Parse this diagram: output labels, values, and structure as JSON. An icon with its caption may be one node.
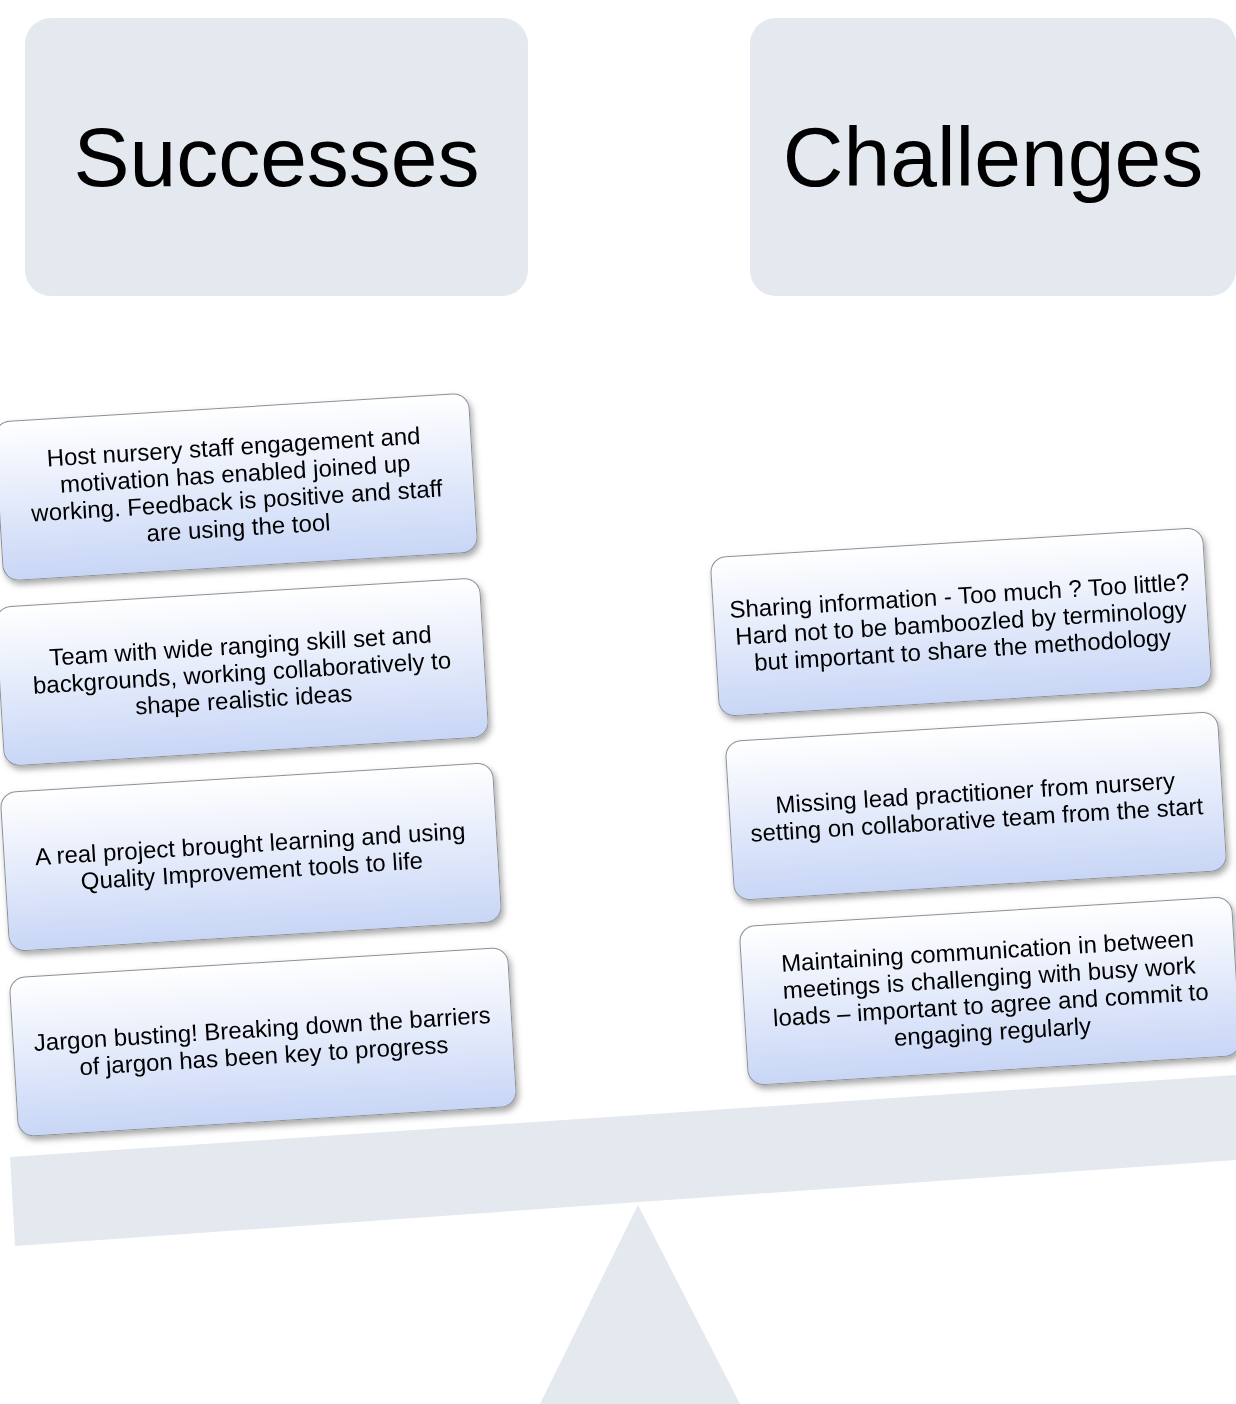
{
  "diagram": {
    "nodes": [
      {
        "text": [
          "Successes"
        ]
      },
      {
        "text": [
          "Challenges"
        ]
      },
      {
        "text": [
          "Host nursery staff engagement and motivation has enabled joined up working. Feedback is positive and staff are using the tool"
        ]
      },
      {
        "text": [
          "Team with wide ranging skill set and backgrounds, working collaboratively to shape realistic ideas"
        ]
      },
      {
        "text": [
          "A real project brought  learning and using Quality Improvement tools to life"
        ]
      },
      {
        "text": [
          "Jargon busting! Breaking down the barriers of jargon has been key to progress"
        ]
      },
      {
        "text": [
          "Sharing information - Too much ? Too little? Hard not to be bamboozled by terminology but important to share the methodology"
        ]
      },
      {
        "text": [
          "Missing lead practitioner from nursery setting on collaborative team from the start"
        ]
      },
      {
        "text": [
          "Maintaining communication in between meetings is challenging with busy work loads – important to agree and commit to engaging regularly"
        ]
      }
    ]
  }
}
